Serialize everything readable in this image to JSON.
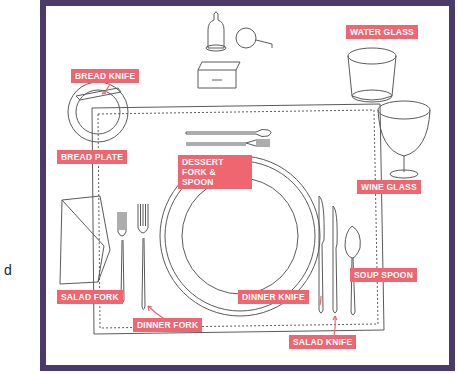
{
  "diagram": {
    "labels": [
      "BREAD KNIFE",
      "BREAD PLATE",
      "DESSERT FORK & SPOON",
      "WATER GLASS",
      "WINE GLASS",
      "SOUP SPOON",
      "DINNER KNIFE",
      "SALAD FORK",
      "DINNER FORK",
      "SALAD KNIFE",
      "d"
    ]
  }
}
